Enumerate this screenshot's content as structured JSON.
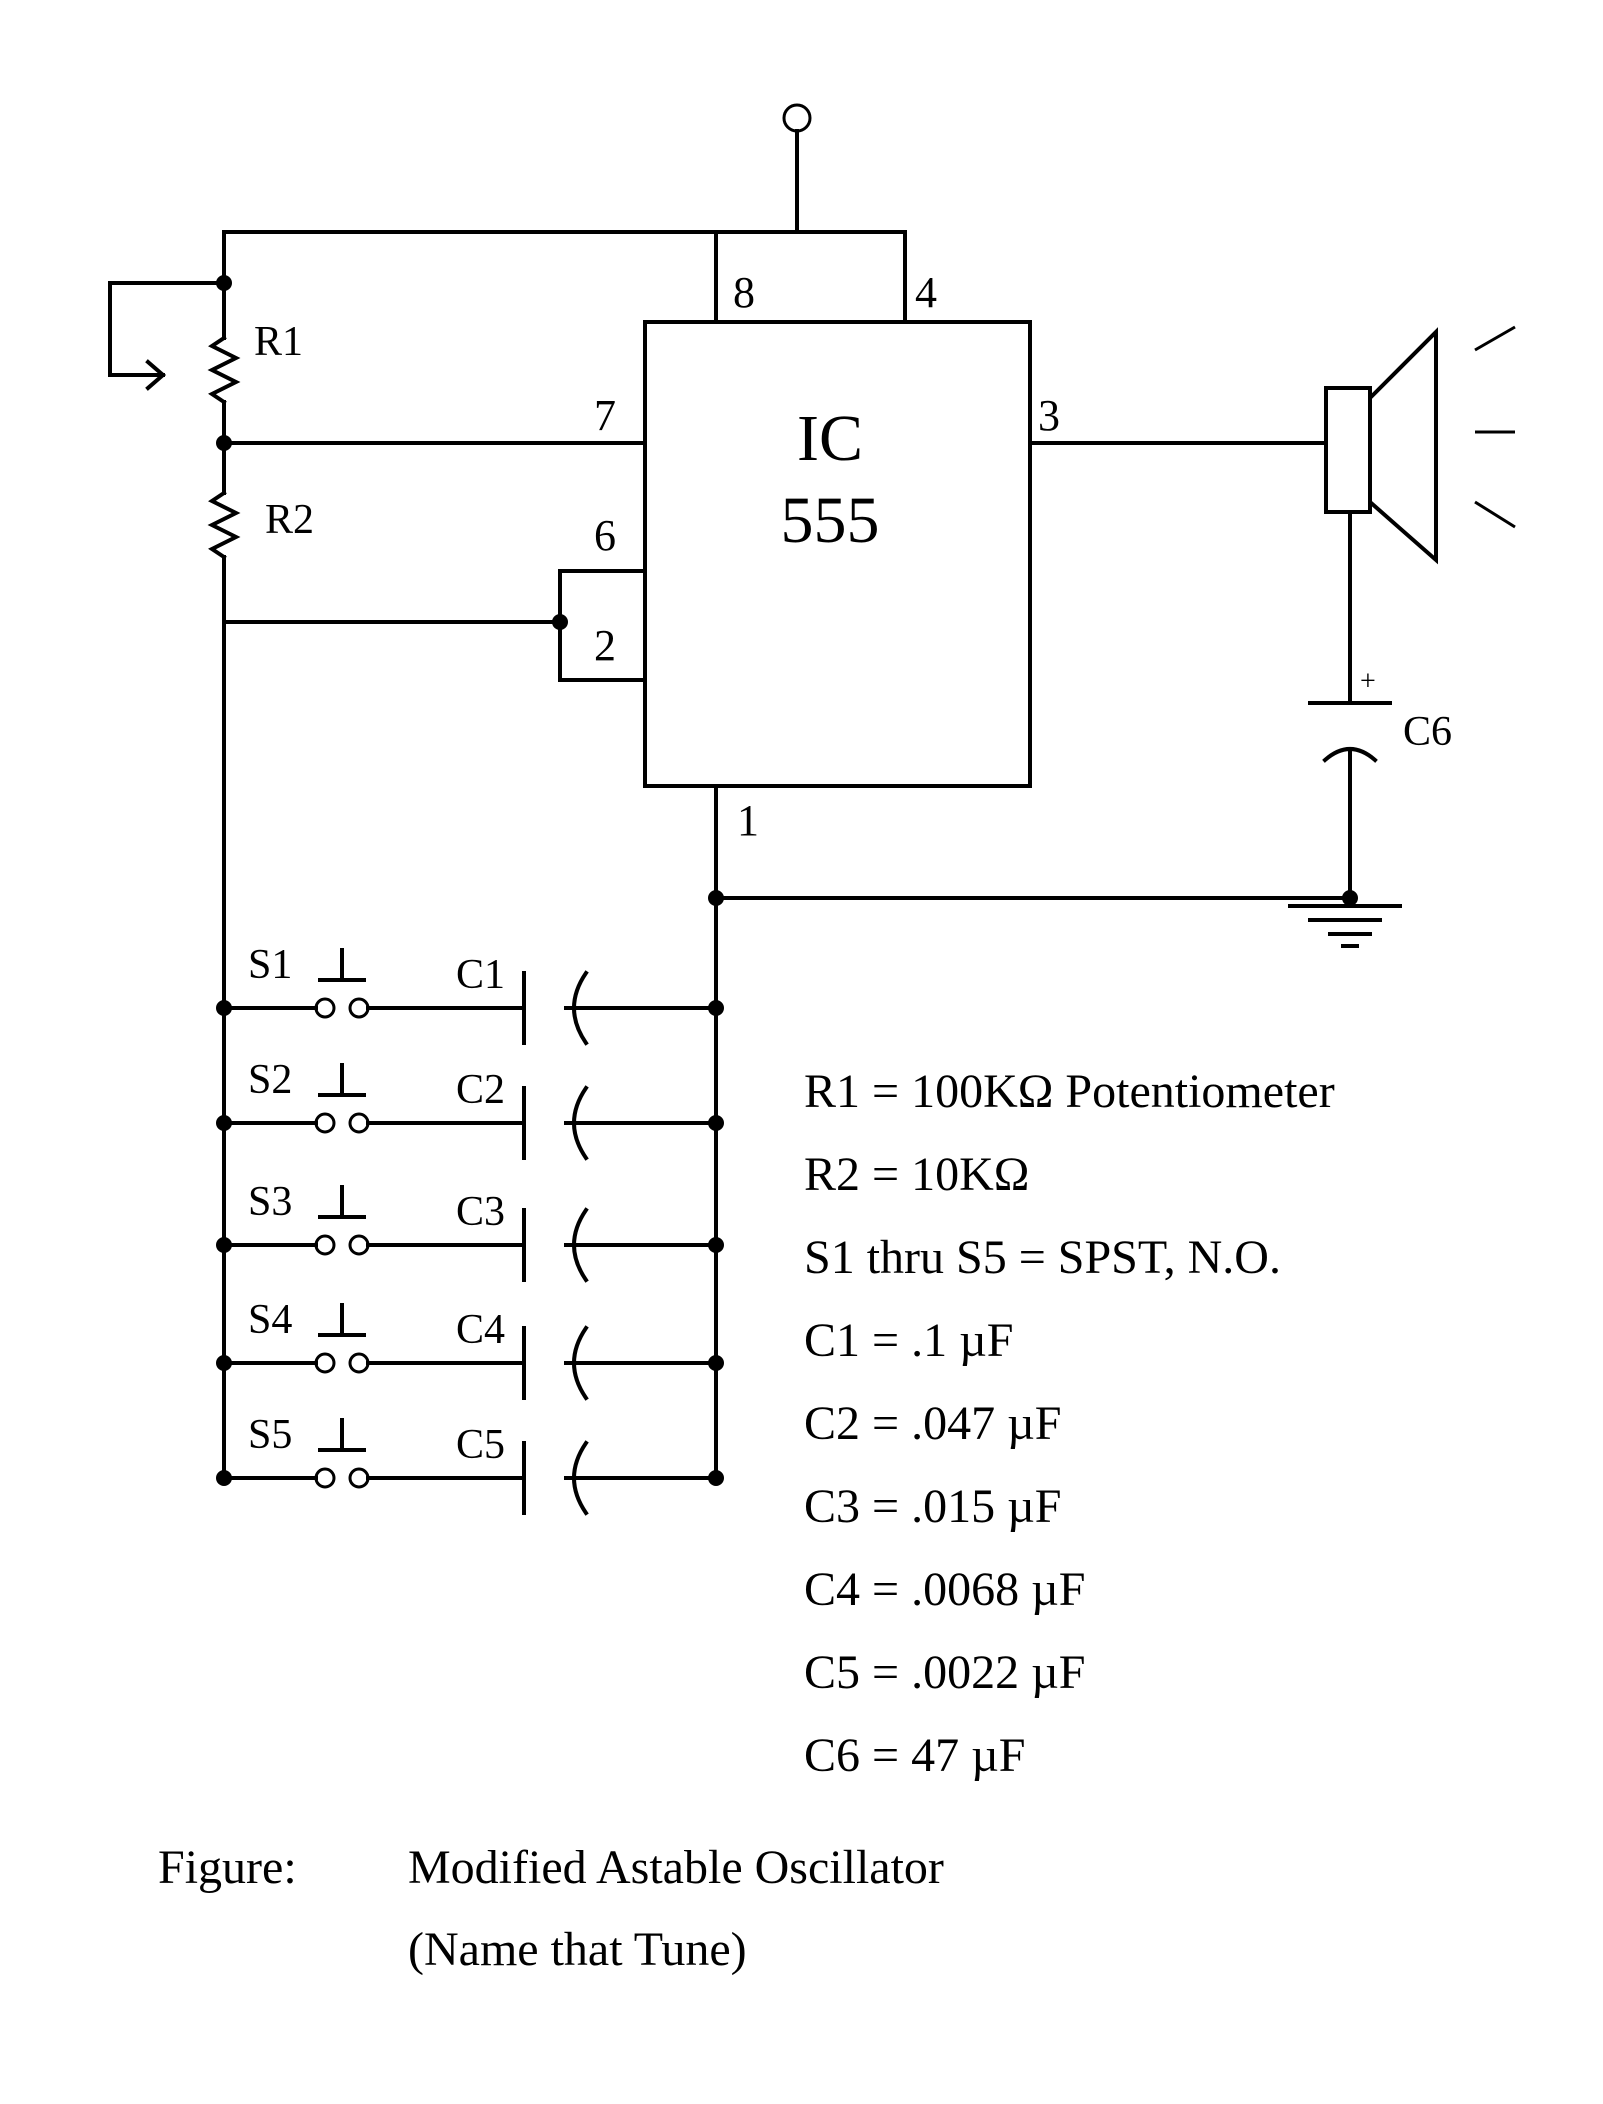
{
  "ic": {
    "line1": "IC",
    "line2": "555"
  },
  "pins": {
    "p8": "8",
    "p4": "4",
    "p7": "7",
    "p6": "6",
    "p2": "2",
    "p3": "3",
    "p1": "1"
  },
  "components": {
    "r1": "R1",
    "r2": "R2",
    "c6": "C6",
    "c6_polarity": "+",
    "switches": [
      "S1",
      "S2",
      "S3",
      "S4",
      "S5"
    ],
    "capacitors": [
      "C1",
      "C2",
      "C3",
      "C4",
      "C5"
    ]
  },
  "specs": [
    "R1 = 100KΩ  Potentiometer",
    "R2 = 10KΩ",
    "S1 thru S5 = SPST, N.O.",
    "C1 = .1  µF",
    "C2 = .047  µF",
    "C3 = .015  µF",
    "C4 = .0068  µF",
    "C5 = .0022  µF",
    "C6 = 47  µF"
  ],
  "caption": {
    "label": "Figure:",
    "title": "Modified Astable Oscillator",
    "subtitle": "(Name that Tune)"
  }
}
